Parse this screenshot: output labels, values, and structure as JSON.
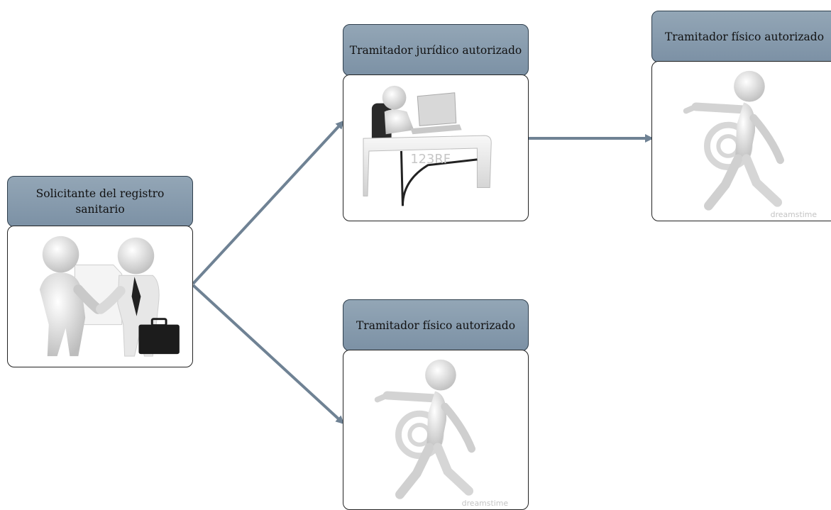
{
  "nodes": [
    {
      "id": "solicitante",
      "label": "Solicitante del registro sanitario",
      "image_icon": "handshake-people-icon"
    },
    {
      "id": "juridico",
      "label": "Tramitador jurídico autorizado",
      "image_icon": "person-at-desk-laptop-icon"
    },
    {
      "id": "fisico_right",
      "label": "Tramitador físico autorizado",
      "image_icon": "walking-person-icon"
    },
    {
      "id": "fisico_bottom",
      "label": "Tramitador físico autorizado",
      "image_icon": "walking-person-icon"
    }
  ],
  "edges": [
    {
      "from": "solicitante",
      "to": "juridico"
    },
    {
      "from": "solicitante",
      "to": "fisico_bottom"
    },
    {
      "from": "juridico",
      "to": "fisico_right"
    }
  ],
  "colors": {
    "label_fill": "#8499ac",
    "label_border": "#2f3f4d",
    "arrow": "#6f8294"
  }
}
